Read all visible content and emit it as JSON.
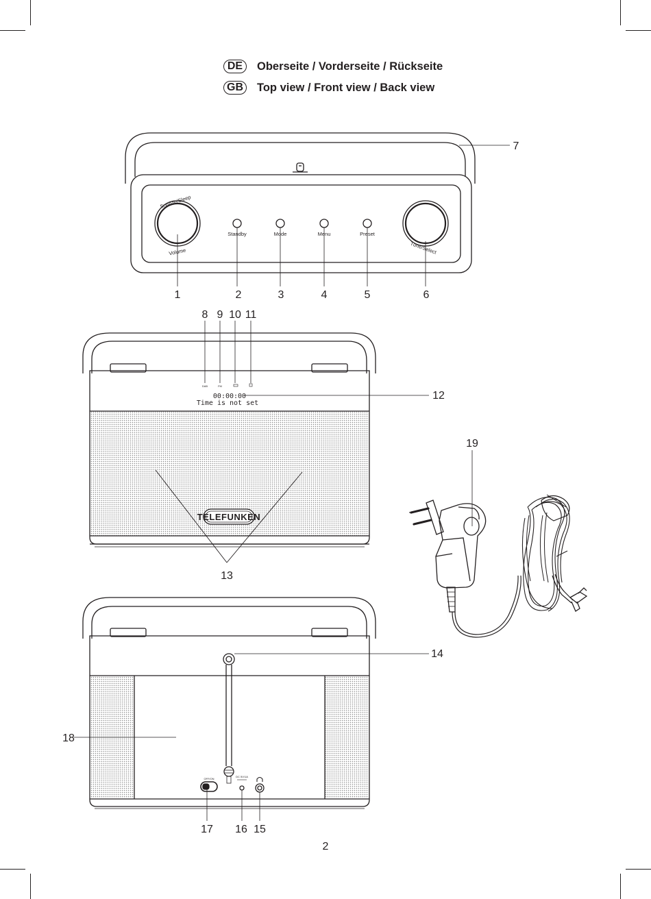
{
  "header": {
    "de": {
      "badge": "DE",
      "title": "Oberseite / Vorderseite / Rückseite"
    },
    "gb": {
      "badge": "GB",
      "title": "Top view / Front view / Back view"
    }
  },
  "top_view": {
    "knob_left_top": "Snooze/Sleep",
    "knob_left_bottom": "Volume",
    "knob_right": "Tune/Select",
    "buttons": [
      "Standby",
      "Mode",
      "Menu",
      "Preset"
    ]
  },
  "front_view": {
    "indicators": [
      "DAB",
      "FM"
    ],
    "display_line1": "00:00:00",
    "display_line2": "Time is not set",
    "brand": "TELEFUNKEN"
  },
  "back_view": {
    "switch_label": "OFF/ON",
    "dc_label": "DC 5V/1A"
  },
  "callouts": {
    "n1": "1",
    "n2": "2",
    "n3": "3",
    "n4": "4",
    "n5": "5",
    "n6": "6",
    "n7": "7",
    "n8": "8",
    "n9": "9",
    "n10": "10",
    "n11": "11",
    "n12": "12",
    "n13": "13",
    "n14": "14",
    "n15": "15",
    "n16": "16",
    "n17": "17",
    "n18": "18",
    "n19": "19"
  },
  "page_number": "2"
}
